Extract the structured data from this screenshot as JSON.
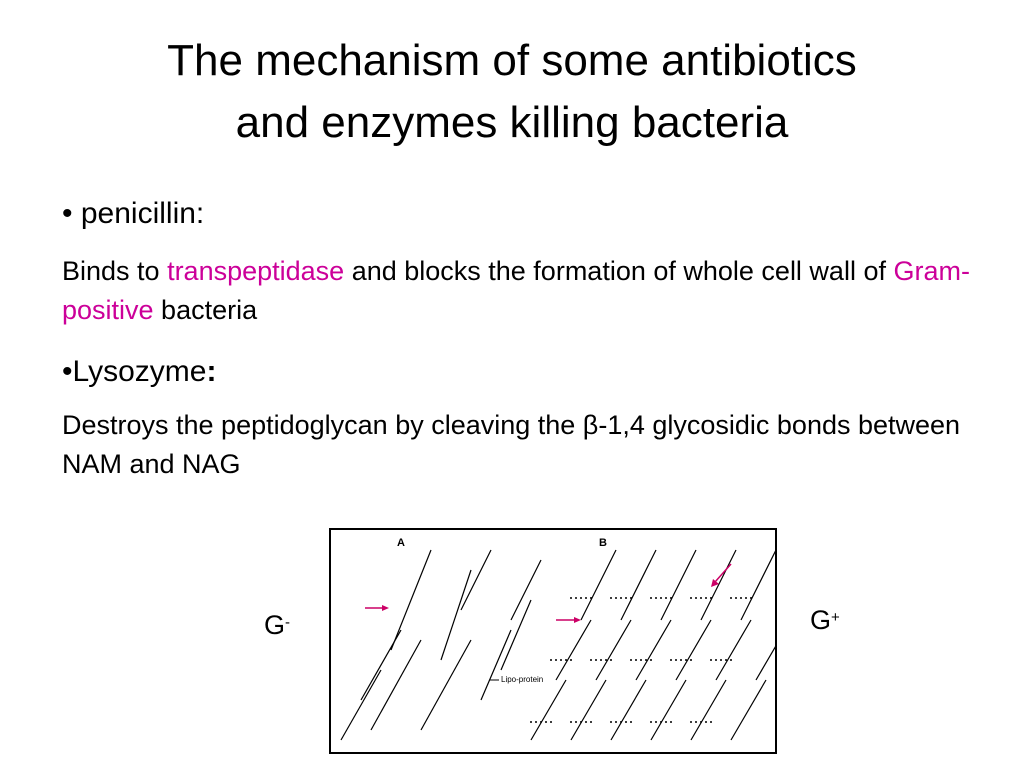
{
  "title": {
    "line1": "The mechanism of some antibiotics",
    "line2": "and enzymes killing bacteria"
  },
  "penicillin": {
    "bullet": "•",
    "heading": "penicillin:",
    "text_a": "Binds to ",
    "highlight_1": "transpeptidase",
    "text_b": " and blocks the formation of whole cell wall of ",
    "highlight_2": "Gram-positive",
    "text_c": " bacteria"
  },
  "lysozyme": {
    "bullet": "•",
    "heading": "Lysozyme",
    "colon": ":",
    "text": "Destroys the peptidoglycan by cleaving the β-1,4 glycosidic bonds between NAM and NAG"
  },
  "figure": {
    "panel_a": "A",
    "panel_b": "B",
    "lipo_label": "Lipo-protein",
    "left_label_base": "G",
    "left_label_sup": "-",
    "right_label_base": "G",
    "right_label_sup": "+"
  },
  "colors": {
    "highlight": "#cc0099",
    "arrow": "#cc0066"
  }
}
